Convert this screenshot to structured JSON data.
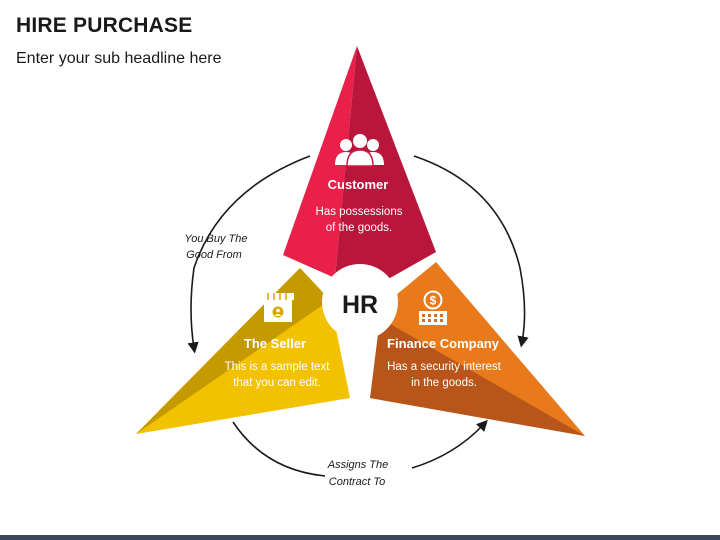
{
  "header": {
    "title": "HIRE PURCHASE",
    "subtitle": "Enter your sub headline here"
  },
  "center": {
    "label": "HR"
  },
  "segments": [
    {
      "title": "Customer",
      "desc_line1": "Has possessions",
      "desc_line2": "of the goods.",
      "icon": "users-icon",
      "color": "#e8204a",
      "color_dark": "#b8163a"
    },
    {
      "title": "The Seller",
      "desc_line1": "This is a sample text",
      "desc_line2": "that you can edit.",
      "icon": "store-icon",
      "color": "#f2c200",
      "color_dark": "#c49a00"
    },
    {
      "title": "Finance Company",
      "desc_line1": "Has a security interest",
      "desc_line2": "in the goods.",
      "icon": "bank-dollar-icon",
      "color": "#e87a1c",
      "color_dark": "#b8551a"
    }
  ],
  "arrows": [
    {
      "line1": "You Buy The",
      "line2": "Good From"
    },
    {
      "line1": "Assigns The",
      "line2": "Contract To"
    }
  ]
}
